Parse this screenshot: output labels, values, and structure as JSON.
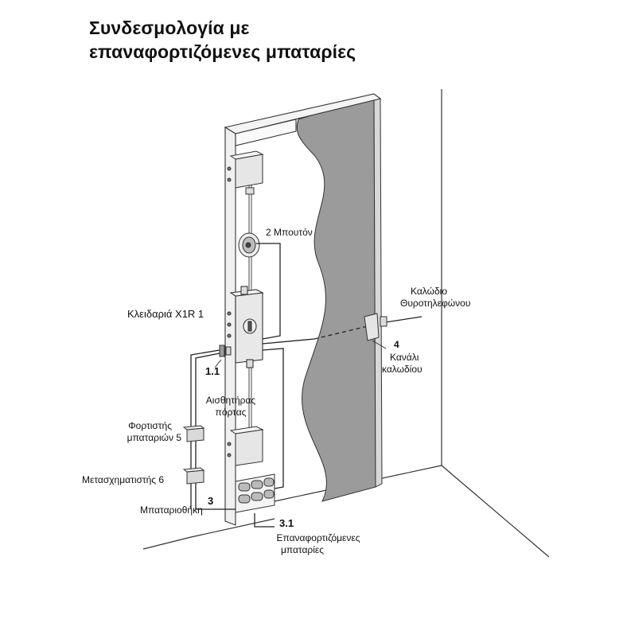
{
  "title": {
    "line1": "Συνδεσμολογία με",
    "line2": "επαναφορτιζόμενες μπαταρίες"
  },
  "labels": {
    "button": "2 Μπουτόν",
    "lock": "Κλειδαριά X1R  1",
    "sensor_num": "1.1",
    "sensor_line1": "Αισθητήρας",
    "sensor_line2": "πόρτας",
    "charger_line1": "Φορτιστής",
    "charger_line2": "μπαταριών  5",
    "transformer": "Μετασχηματιστής 6",
    "battery_box_num": "3",
    "battery_box": "Μπαταριοθήκη",
    "batteries_num": "3.1",
    "batteries_line1": "Επαναφορτιζόμενες",
    "batteries_line2": "μπαταρίες",
    "cable_line1": "Καλώδιο",
    "cable_line2": "Θυροτηλεφώνου",
    "channel_num": "4",
    "channel_line1": "Κανάλι",
    "channel_line2": "καλωδίου"
  }
}
